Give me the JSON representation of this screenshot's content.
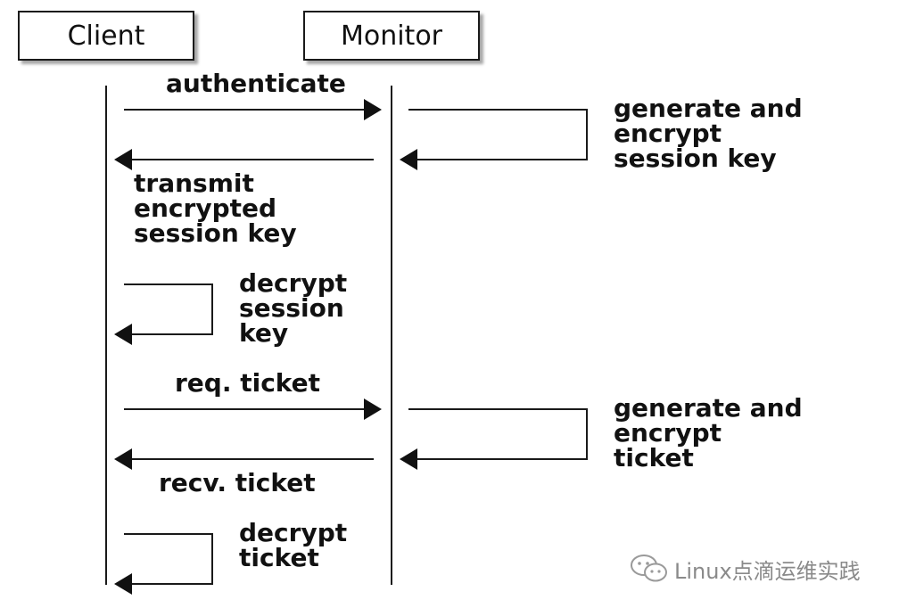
{
  "participants": {
    "client": "Client",
    "monitor": "Monitor"
  },
  "messages": {
    "authenticate": "authenticate",
    "monitor_gen_key": [
      "generate and",
      "encrypt",
      "session key"
    ],
    "transmit": [
      "transmit",
      "encrypted",
      "session key"
    ],
    "client_decrypt_key": [
      "decrypt",
      "session",
      "key"
    ],
    "req_ticket": "req. ticket",
    "monitor_gen_ticket": [
      "generate and",
      "encrypt",
      "ticket"
    ],
    "recv_ticket": "recv. ticket",
    "client_decrypt_ticket": [
      "decrypt",
      "ticket"
    ]
  },
  "watermark": {
    "text": "Linux点滴运维实践",
    "icon": "wechat-icon"
  },
  "colors": {
    "line": "#1a1a1a",
    "text": "#111111",
    "watermark": "#8a8a8a"
  }
}
